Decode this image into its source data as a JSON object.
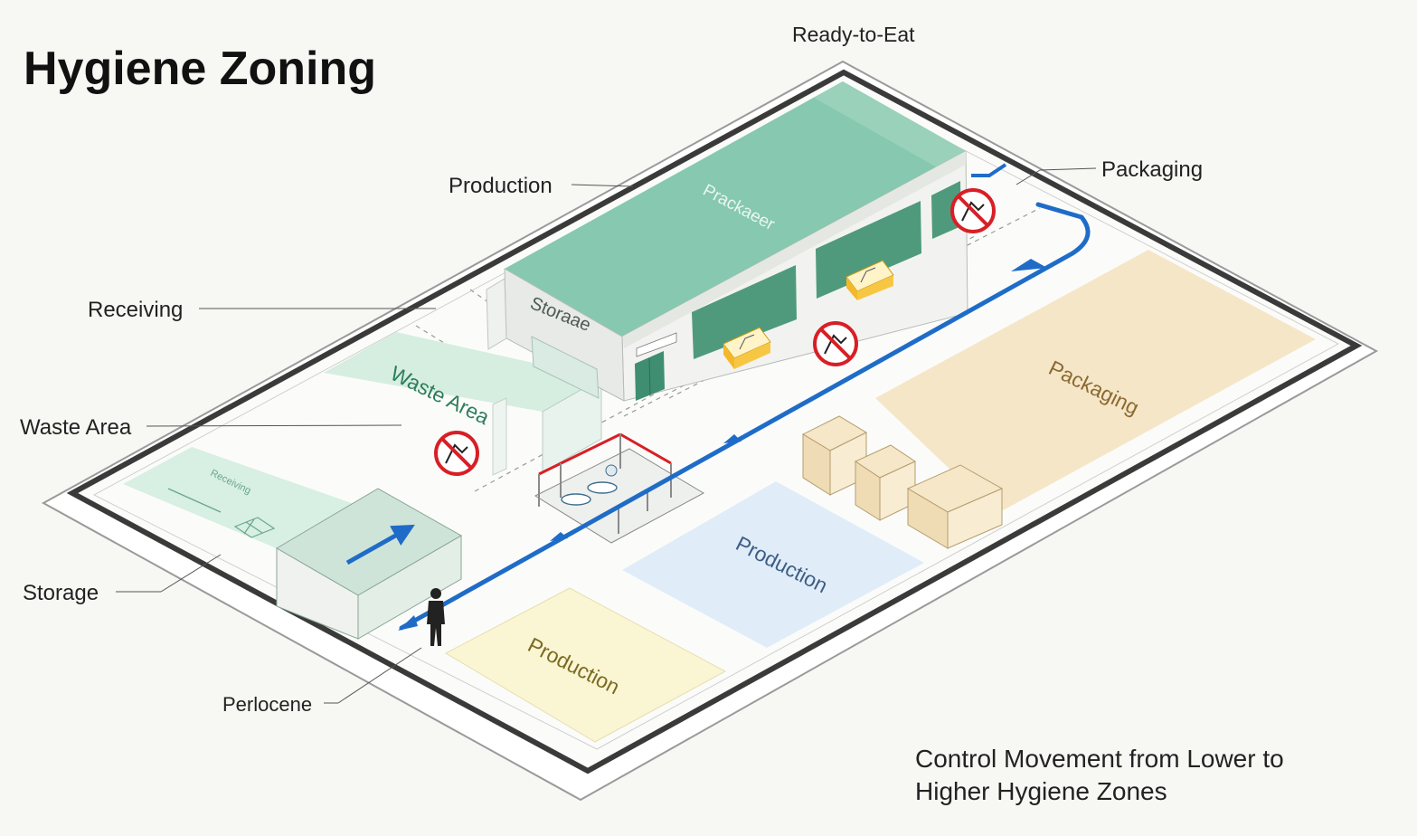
{
  "title": "Hygiene Zoning",
  "caption_line1": "Control Movement from Lower to",
  "caption_line2": "Higher Hygiene Zones",
  "callouts": {
    "ready_to_eat": "Ready-to-Eat",
    "packaging": "Packaging",
    "production": "Production",
    "receiving": "Receiving",
    "waste_area": "Waste Area",
    "storage": "Storage",
    "perlocene": "Perlocene"
  },
  "zone_labels": {
    "building_roof": "Prackaeer",
    "building_front": "Storaae",
    "waste_area": "Waste Area",
    "packaging": "Packaging",
    "production_blue": "Production",
    "production_yellow": "Production",
    "receiving_floor": "Receiving"
  },
  "colors": {
    "high_zone_green": "#86c8b0",
    "waste_green": "#d6eee0",
    "packaging_tan": "#f6e6c8",
    "production_blue": "#e0edf8",
    "production_yellow": "#faf5d2",
    "flow_arrow": "#1f6cc8",
    "no_entry": "#d81f26"
  },
  "icons": [
    "no-entry-sign-icon",
    "person-icon",
    "flow-arrow-icon",
    "crate-icon",
    "footbath-icon"
  ]
}
